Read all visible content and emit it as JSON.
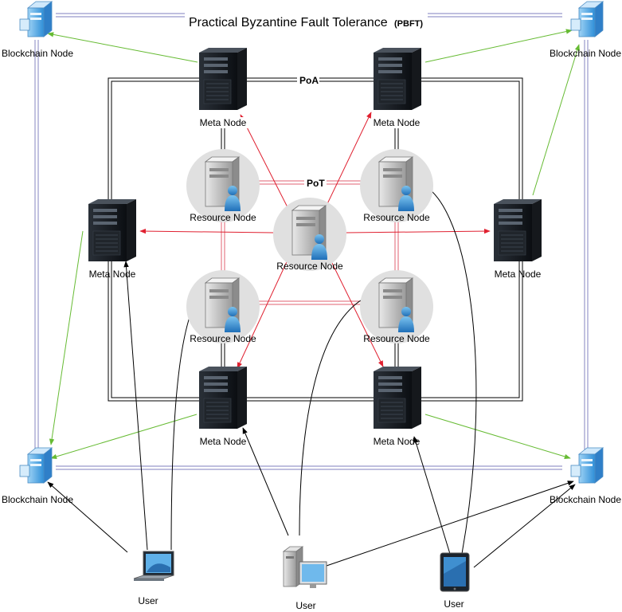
{
  "title": {
    "main": "Practical Byzantine Fault Tolerance",
    "abbr": "(PBFT)"
  },
  "layers": {
    "poa": "PoA",
    "pot": "PoT"
  },
  "blockchain_nodes": [
    "Blockchain Node",
    "Blockchain Node",
    "Blockchain Node",
    "Blockchain Node"
  ],
  "meta_nodes": [
    "Meta Node",
    "Meta Node",
    "Meta Node",
    "Meta Node",
    "Meta Node",
    "Meta Node"
  ],
  "resource_nodes": [
    "Resource Node",
    "Resource Node",
    "Resource Node",
    "Resource Node",
    "Resource Node"
  ],
  "users": {
    "laptop": "User",
    "desktop": "User",
    "tablet": "User"
  },
  "colors": {
    "pbft_ring": "#9999cc",
    "poa_ring": "#000000",
    "pot_ring": "#e06070",
    "consensus_arrow": "#e02030",
    "sync_arrow": "#66bb33",
    "user_arrow": "#000000"
  }
}
